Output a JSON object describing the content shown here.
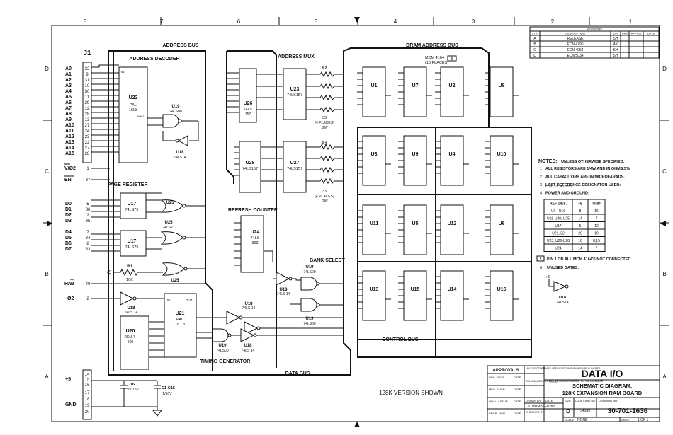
{
  "zones": {
    "top": [
      "8",
      "7",
      "6",
      "5",
      "4",
      "3",
      "2",
      "1"
    ],
    "side": [
      "D",
      "C",
      "B",
      "A"
    ]
  },
  "revisions": {
    "title": "REVISIONS",
    "headers": [
      "LTR",
      "DESCRIPTION",
      "DR",
      "CHK",
      "APPR'D",
      "DATE"
    ],
    "rows": [
      [
        "A",
        "RELEASE",
        "SH",
        "",
        "",
        ""
      ],
      [
        "B",
        "ECN 4796",
        "AK",
        "",
        "",
        ""
      ],
      [
        "C",
        "ECN 4954",
        "SH",
        "",
        "",
        ""
      ],
      [
        "D",
        "ECN 5034",
        "SH",
        "",
        "",
        ""
      ]
    ]
  },
  "connector": {
    "name": "J1",
    "addr_signals": [
      "A0",
      "A1",
      "A2",
      "A3",
      "A4",
      "A5",
      "A6",
      "A7",
      "A8",
      "A9",
      "A10",
      "A11",
      "A12",
      "A13",
      "A14",
      "A15"
    ],
    "addr_pins": [
      "32",
      "9",
      "31",
      "10",
      "30",
      "11",
      "29",
      "12",
      "28",
      "13",
      "27",
      "24",
      "23",
      "22",
      "27",
      "28"
    ],
    "phi2_label": "V/Ø2",
    "phi2_pin": "1",
    "en_label": "EN",
    "en_pin": "37",
    "data_signals": [
      "D0",
      "D1",
      "D2",
      "D3",
      "D4",
      "D5",
      "D6",
      "D7"
    ],
    "data_pins": [
      "5",
      "36",
      "2",
      "35",
      "7",
      "34",
      "8",
      "33"
    ],
    "rw_label": "R/W",
    "rw_pin": "40",
    "phi2b_label": "Ø2",
    "phi2b_pin": "2",
    "power_label": "+5",
    "power_pins": [
      "14",
      "15",
      "16"
    ],
    "gnd_label": "GND",
    "gnd_pins": [
      "17",
      "18",
      "19",
      "20"
    ]
  },
  "sections": {
    "address_bus": "ADDRESS BUS",
    "address_decoder": "ADDRESS DECODER",
    "address_mux": "ADDRESS MUX",
    "dram_address_bus": "DRAM ADDRESS BUS",
    "page_register": "PAGE REGISTER",
    "refresh_counter": "REFRESH COUNTER",
    "bank_select": "BANK SELECT",
    "control_bus": "CONTROL BUS",
    "timing_generator": "TIMING GENERATOR",
    "data_bus": "DATA BUS",
    "mcm": "MCM 4164",
    "mcm_places": "(16 PLACES)",
    "mcm_flag": "5"
  },
  "chips": {
    "u22": {
      "ref": "U22",
      "part": "PAL",
      "sub": "16L8"
    },
    "u19a": {
      "ref": "U19",
      "part": "74LS00"
    },
    "u18a": {
      "ref": "U18",
      "part": "74LS14"
    },
    "u17a": {
      "ref": "U17",
      "part": "74LS75"
    },
    "u17b": {
      "ref": "U17",
      "part": "74LS75"
    },
    "u25a": {
      "ref": "U25"
    },
    "u25b": {
      "ref": "U25",
      "part": "74LS27"
    },
    "u25c": {
      "ref": "U25"
    },
    "u23": {
      "ref": "U23",
      "part": "74LS157"
    },
    "u26": {
      "ref": "U26",
      "part": "74LS",
      "sub": "157"
    },
    "u28": {
      "ref": "U28",
      "part": "74LS157"
    },
    "u27": {
      "ref": "U27",
      "part": "74LS157"
    },
    "u24": {
      "ref": "U24",
      "part": "74LS",
      "sub": "393"
    },
    "u18b": {
      "ref": "U18",
      "part": "74LS 14"
    },
    "u19b": {
      "ref": "U19",
      "part": "74LS00"
    },
    "u19c": {
      "ref": "U19",
      "part": "74LS00"
    },
    "u18c": {
      "ref": "U18",
      "part": "74LS 14"
    },
    "u21": {
      "ref": "U21",
      "part": "PAL",
      "sub": "16 L8"
    },
    "u20": {
      "ref": "U20",
      "part": "DDU-7-",
      "sub": "500"
    },
    "u18d": {
      "ref": "U18",
      "part": "74LS 14"
    },
    "u18e": {
      "ref": "U18",
      "part": "74LS 14"
    },
    "u19d": {
      "ref": "U19",
      "part": "74LS00"
    },
    "u18f": {
      "ref": "U18",
      "part": "74LS 14"
    }
  },
  "resistors": {
    "r1": {
      "ref": "R1",
      "value": "10K"
    },
    "r2": {
      "ref": "R2",
      "value": "33",
      "places": "(4 PLACES)",
      "watt": ".2W"
    },
    "r3": {
      "ref": "R3",
      "value": "33",
      "places": "(4 PLACES)",
      "watt": ".2W"
    }
  },
  "caps": {
    "c16": {
      "ref": "C16",
      "value": "22/15V"
    },
    "c1": {
      "ref": "C1-C15",
      "value": ".1/50V"
    }
  },
  "dram": {
    "rows": [
      [
        "U1",
        "U7",
        "U2",
        "U8"
      ],
      [
        "U3",
        "U9",
        "U4",
        "U10"
      ],
      [
        "U11",
        "U5",
        "U12",
        "U6"
      ],
      [
        "U13",
        "U15",
        "U14",
        "U16"
      ]
    ]
  },
  "notes": {
    "header": "NOTES:",
    "header_rest": "UNLESS OTHERWISE SPECIFIED:",
    "items": [
      "ALL RESISTORS ARE 1/4W AND IN OHMS,5%.",
      "ALL CAPACITORS ARE IN MICROFARADS.",
      "LAST REFERENCE DESIGNATOR USED:",
      "POWER AND GROUND:"
    ],
    "item3_sub": "C16 ,J1, R3, U28.",
    "table_headers": [
      "REF. DES.",
      "+5",
      "GND"
    ],
    "table_rows": [
      [
        "U1 - U16",
        "8",
        "16"
      ],
      [
        "U18-U20, U25",
        "14",
        "7"
      ],
      [
        "U17",
        "5",
        "12"
      ],
      [
        "U21, 22",
        "20",
        "10"
      ],
      [
        "U23, U26-U28",
        "16",
        "8,15"
      ],
      [
        "U24",
        "14",
        "7"
      ]
    ],
    "note5": "PIN 1 ON ALL MCM 4164'S NOT CONNECTED.",
    "note6": "UNUSED GATES:",
    "unused_supply": "+5",
    "unused_ref": "U18",
    "unused_part": "74LS14"
  },
  "version_note": "128K VERSION SHOWN",
  "title_block": {
    "approvals": "APPROVALS",
    "tolerance_note": "UNLESS OTHERWISE SPECIFIED DIMENSIONS ARE IN INCHES.",
    "tolerances": "TOLERANCES: UNLESS OTHERWISE STATED: XX .XXX ANGULAR",
    "fields": [
      "DSN. ENGR.",
      "MFG. ENGR.",
      "QUAL. ASSUR.",
      "ENGR. MGR."
    ],
    "date_label": "DATE",
    "drawn_by_label": "DRAWN BY",
    "drawn_by": "S. HUMBLE",
    "drawn_date": "11/82",
    "checked_by_label": "CHECKED BY:",
    "company": "DATA I/O",
    "title_label": "TITLE",
    "title_line1": "SCHEMATIC DIAGRAM,",
    "title_line2": "128K EXPANSION RAM BOARD",
    "size_label": "SIZE",
    "size": "D",
    "code_label": "CODE IDENT NO.",
    "code": "54183",
    "dwg_label": "DRAWING NO.",
    "dwg_no": "30-701-1636",
    "scale_label": "SCALE",
    "scale": "NONE",
    "sheet_label": "SHEET",
    "sheet": "1 OF 1"
  }
}
